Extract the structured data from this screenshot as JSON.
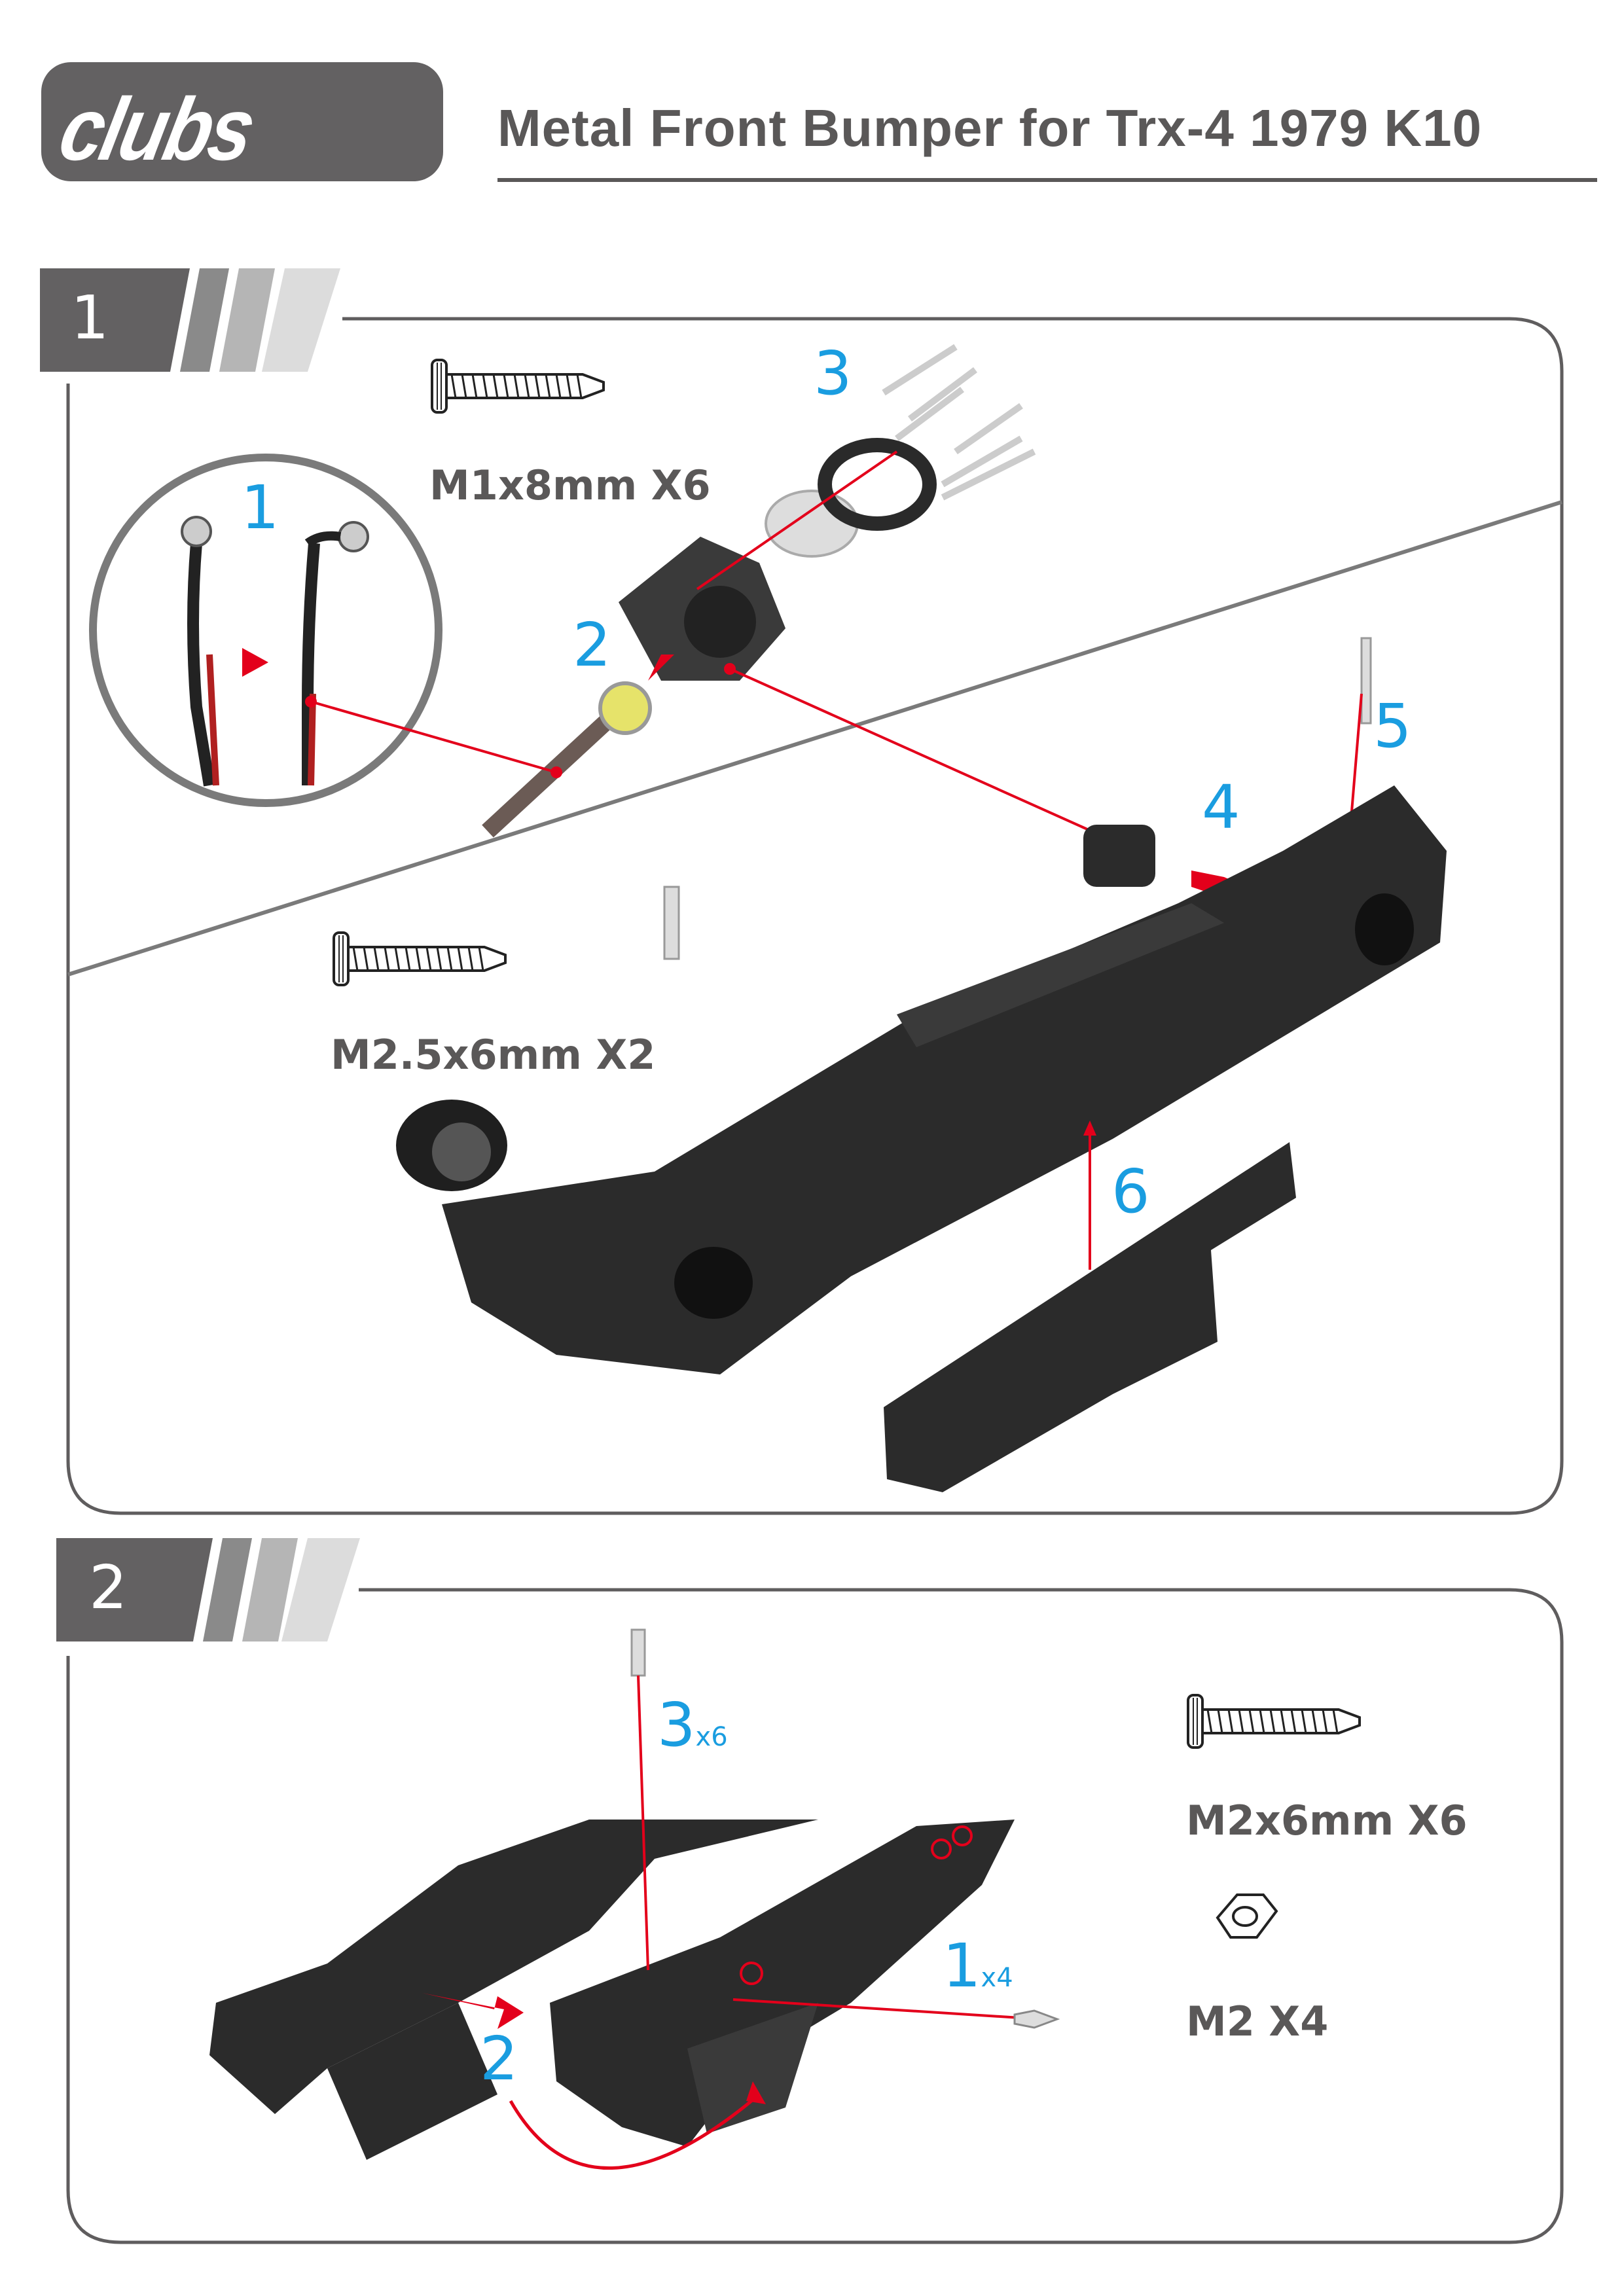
{
  "header": {
    "brand": "clubs",
    "title": "Metal Front Bumper  for Trx-4 1979 K10"
  },
  "steps": [
    {
      "number": "1",
      "parts": [
        {
          "label": "M1x8mm X6",
          "icon": "tapping-screw-icon"
        },
        {
          "label": "M2.5x6mm X2",
          "icon": "tapping-screw-icon"
        }
      ],
      "callouts": [
        "1",
        "2",
        "3",
        "4",
        "5",
        "6"
      ]
    },
    {
      "number": "2",
      "parts": [
        {
          "label": "M2x6mm X6",
          "icon": "tapping-screw-icon"
        },
        {
          "label": "M2 X4",
          "icon": "hex-nut-icon"
        }
      ],
      "callouts": [
        {
          "num": "3",
          "qty": "x6"
        },
        {
          "num": "1",
          "qty": "x4"
        },
        {
          "num": "2",
          "qty": ""
        }
      ]
    }
  ],
  "colors": {
    "gray": "#5f5d5e",
    "blue": "#1a9de0",
    "red": "#e3001b",
    "part": "#2b2b2b"
  }
}
